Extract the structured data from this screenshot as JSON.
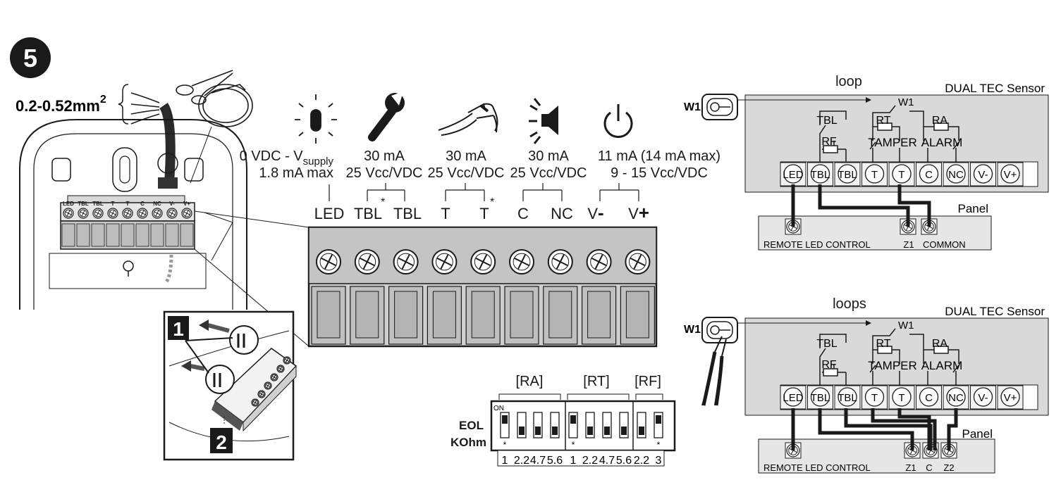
{
  "step": {
    "number": "5",
    "wire_gauge": "0.2-0.52mm",
    "wire_gauge_sup": "2"
  },
  "inset": {
    "step_1": "1",
    "step_2": "2"
  },
  "sensor_terminals": [
    "LED",
    "TBL",
    "TBL",
    "T",
    "T",
    "C",
    "NC",
    "V-",
    "V+"
  ],
  "specs": [
    {
      "icon": "led-bulb-icon",
      "line1": "0 VDC - V",
      "line1_sub": "supply",
      "line2": "1.8 mA max"
    },
    {
      "icon": "wrench-icon",
      "line1": "30 mA",
      "line2": "25 Vcc/VDC"
    },
    {
      "icon": "wire-cutter-icon",
      "line1": "30 mA",
      "line2": "25 Vcc/VDC"
    },
    {
      "icon": "siren-icon",
      "line1": "30 mA",
      "line2": "25 Vcc/VDC"
    },
    {
      "icon": "power-icon",
      "line1": "11 mA (14 mA max)",
      "line2": "9 - 15 Vcc/VDC"
    }
  ],
  "terminal_labels": [
    {
      "text": "LED",
      "star": ""
    },
    {
      "text": "TBL",
      "star": "*"
    },
    {
      "text": "TBL",
      "star": ""
    },
    {
      "text": "T",
      "star": ""
    },
    {
      "text": "T",
      "star": "*"
    },
    {
      "text": "C",
      "star": ""
    },
    {
      "text": "NC",
      "star": ""
    },
    {
      "text": "V",
      "sign": "-"
    },
    {
      "text": "V",
      "sign": "+"
    }
  ],
  "dip": {
    "groups": [
      "[RA]",
      "[RT]",
      "[RF]"
    ],
    "on_label": "ON",
    "eol_label": "EOL",
    "unit_label": "KOhm",
    "values": [
      "1",
      "2.2",
      "4.7",
      "5.6",
      "1",
      "2.2",
      "4.7",
      "5.6",
      "2.2",
      "3"
    ],
    "star": "*"
  },
  "wiring_1loop": {
    "title": "loop",
    "sensor_label": "DUAL TEC Sensor",
    "jumper": "W1",
    "relays": [
      "TBL",
      "RF",
      "RT",
      "TAMPER",
      "RA",
      "ALARM"
    ],
    "terminals": [
      "LED",
      "TBL",
      "TBL",
      "T",
      "T",
      "C",
      "NC",
      "V-",
      "V+"
    ],
    "panel_label": "Panel",
    "panel_terminals": [
      "REMOTE LED CONTROL",
      "Z1",
      "COMMON"
    ]
  },
  "wiring_2loops": {
    "title": "loops",
    "sensor_label": "DUAL TEC Sensor",
    "jumper": "W1",
    "relays": [
      "TBL",
      "RF",
      "RT",
      "TAMPER",
      "RA",
      "ALARM"
    ],
    "terminals": [
      "LED",
      "TBL",
      "TBL",
      "T",
      "T",
      "C",
      "NC",
      "V-",
      "V+"
    ],
    "panel_label": "Panel",
    "panel_terminals": [
      "REMOTE LED CONTROL",
      "Z1",
      "C",
      "Z2"
    ]
  }
}
